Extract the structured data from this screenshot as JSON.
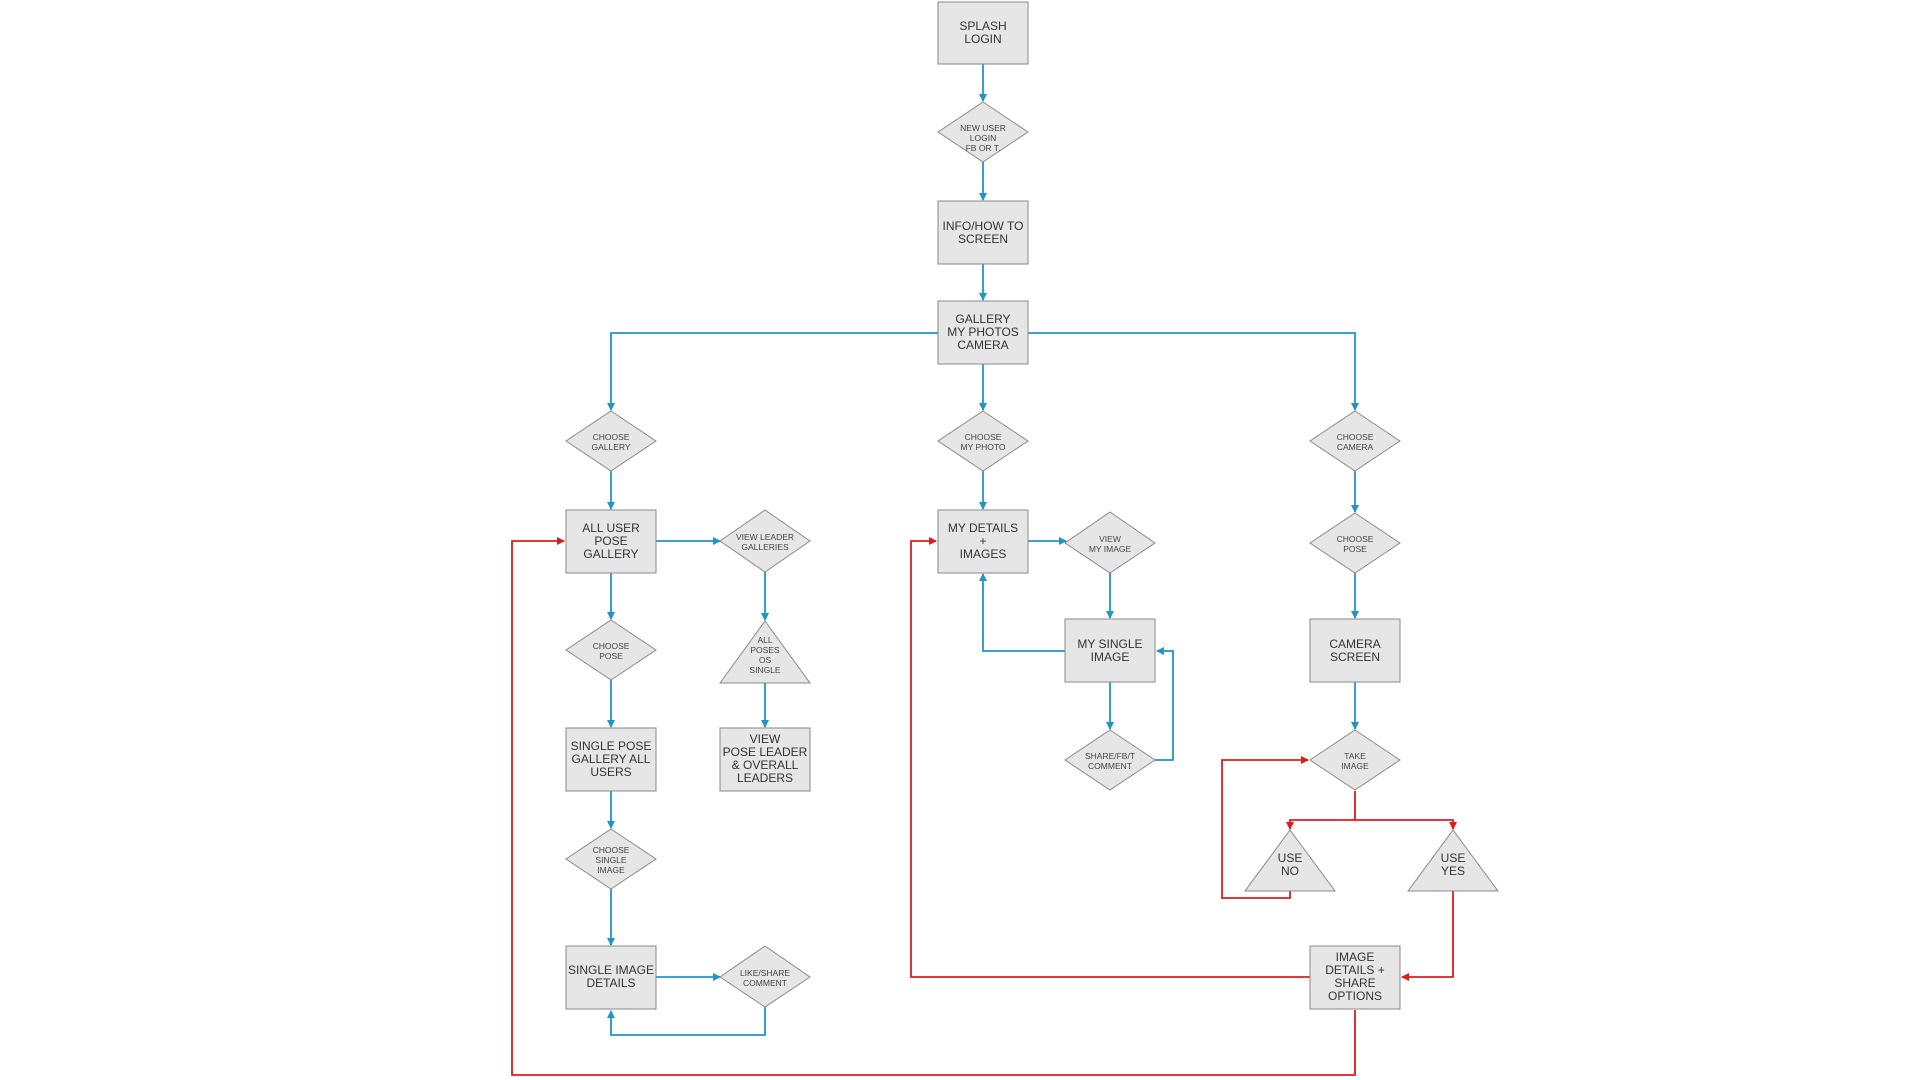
{
  "colors": {
    "blue": "#1f95c9",
    "red": "#e01b1b",
    "fill": "#e6e6e6",
    "stroke": "#8a8a8a"
  },
  "nodes": {
    "splash": [
      "SPLASH",
      "LOGIN"
    ],
    "new_user": [
      "NEW USER",
      "LOGIN",
      "FB OR T."
    ],
    "info": [
      "INFO/HOW TO",
      "SCREEN"
    ],
    "gallery_hub": [
      "GALLERY",
      "MY PHOTOS",
      "CAMERA"
    ],
    "choose_gallery": [
      "CHOOSE",
      "GALLERY"
    ],
    "choose_my_photo": [
      "CHOOSE",
      "MY PHOTO"
    ],
    "choose_camera": [
      "CHOOSE",
      "CAMERA"
    ],
    "all_user_pose": [
      "ALL USER",
      "POSE",
      "GALLERY"
    ],
    "view_leader_galleries": [
      "VIEW LEADER",
      "GALLERIES"
    ],
    "my_details": [
      "MY DETAILS",
      "+",
      "IMAGES"
    ],
    "view_my_image": [
      "VIEW",
      "MY IMAGE"
    ],
    "choose_pose_cam": [
      "CHOOSE",
      "POSE"
    ],
    "choose_pose_gal": [
      "CHOOSE",
      "POSE"
    ],
    "all_poses": [
      "ALL",
      "POSES",
      "OS",
      "SINGLE"
    ],
    "my_single_image": [
      "MY SINGLE",
      "IMAGE"
    ],
    "camera_screen": [
      "CAMERA",
      "SCREEN"
    ],
    "single_pose_gallery": [
      "SINGLE POSE",
      "GALLERY ALL",
      "USERS"
    ],
    "view_pose_leader": [
      "VIEW",
      "POSE LEADER",
      "& OVERALL",
      "LEADERS"
    ],
    "share_fb": [
      "SHARE/FB/T",
      "COMMENT"
    ],
    "take_image": [
      "TAKE",
      "IMAGE"
    ],
    "choose_single_image": [
      "CHOOSE",
      "SINGLE",
      "IMAGE"
    ],
    "use_no": [
      "USE",
      "NO"
    ],
    "use_yes": [
      "USE",
      "YES"
    ],
    "single_image_details": [
      "SINGLE IMAGE",
      "DETAILS"
    ],
    "like_share": [
      "LIKE/SHARE",
      "COMMENT"
    ],
    "image_details_share": [
      "IMAGE",
      "DETAILS +",
      "SHARE",
      "OPTIONS"
    ]
  }
}
